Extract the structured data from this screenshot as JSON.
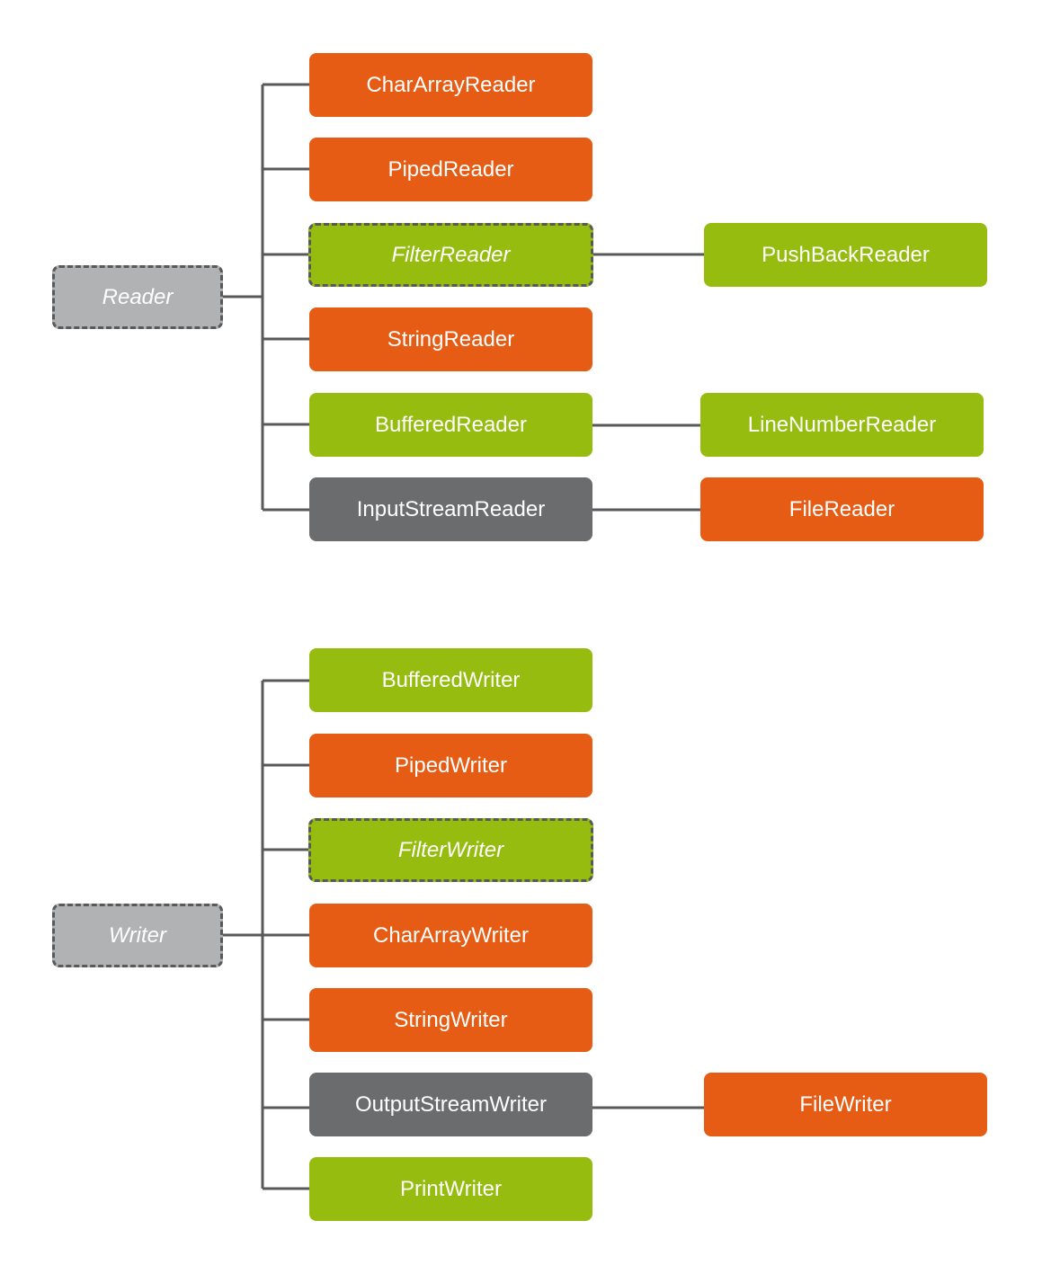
{
  "reader_tree": {
    "root": {
      "label": "Reader",
      "kind": "abstract-base"
    },
    "children": [
      {
        "label": "CharArrayReader",
        "kind": "orange"
      },
      {
        "label": "PipedReader",
        "kind": "orange"
      },
      {
        "label": "FilterReader",
        "kind": "abstract",
        "subclass": {
          "label": "PushBackReader",
          "kind": "green"
        }
      },
      {
        "label": "StringReader",
        "kind": "orange"
      },
      {
        "label": "BufferedReader",
        "kind": "green",
        "subclass": {
          "label": "LineNumberReader",
          "kind": "green"
        }
      },
      {
        "label": "InputStreamReader",
        "kind": "dark",
        "subclass": {
          "label": "FileReader",
          "kind": "orange"
        }
      }
    ]
  },
  "writer_tree": {
    "root": {
      "label": "Writer",
      "kind": "abstract-base"
    },
    "children": [
      {
        "label": "BufferedWriter",
        "kind": "green"
      },
      {
        "label": "PipedWriter",
        "kind": "orange"
      },
      {
        "label": "FilterWriter",
        "kind": "abstract"
      },
      {
        "label": "CharArrayWriter",
        "kind": "orange"
      },
      {
        "label": "StringWriter",
        "kind": "orange"
      },
      {
        "label": "OutputStreamWriter",
        "kind": "dark",
        "subclass": {
          "label": "FileWriter",
          "kind": "orange"
        }
      },
      {
        "label": "PrintWriter",
        "kind": "green"
      }
    ]
  },
  "colors": {
    "orange": "#e65c14",
    "green": "#95bc0e",
    "dark_gray": "#6b6c6e",
    "light_gray": "#b1b2b4",
    "connector": "#58595b"
  }
}
